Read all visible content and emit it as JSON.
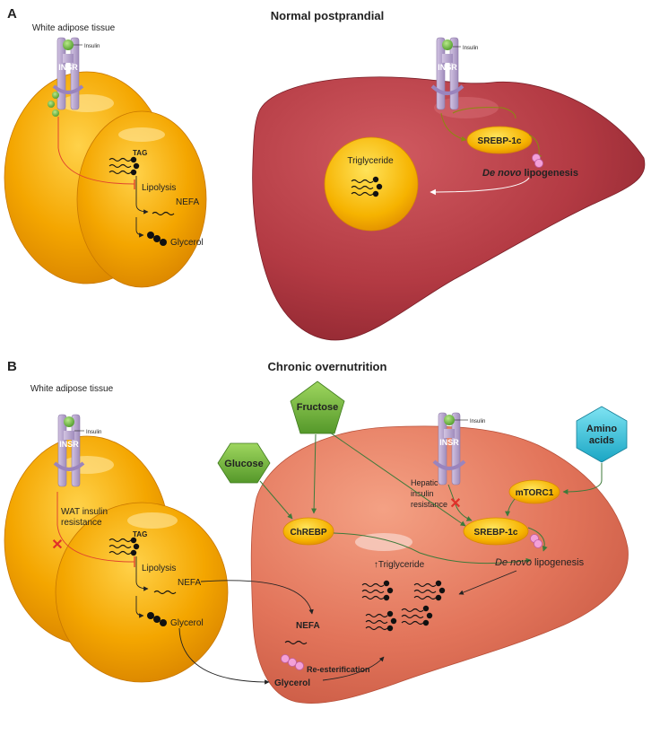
{
  "panel_a": {
    "letter": "A",
    "title": "Normal postprandial",
    "wat_label": "White adipose tissue",
    "insulin": "Insulin",
    "insr": "INSR",
    "insr_liver": "INSR",
    "insulin_liver": "Insulin",
    "tag": "TAG",
    "lipolysis": "Lipolysis",
    "nefa": "NEFA",
    "glycerol": "Glycerol",
    "srebp": "SREBP-1c",
    "denovo_italic": "De novo",
    "denovo_rest": " lipogenesis",
    "triglyceride": "Triglyceride"
  },
  "panel_b": {
    "letter": "B",
    "title": "Chronic overnutrition",
    "wat_label": "White adipose tissue",
    "insulin": "Insulin",
    "insr": "INSR",
    "insr_liver": "INSR",
    "insulin_liver": "Insulin",
    "wat_ir_1": "WAT insulin",
    "wat_ir_2": "resistance",
    "tag": "TAG",
    "lipolysis": "Lipolysis",
    "nefa": "NEFA",
    "glycerol": "Glycerol",
    "fructose": "Fructose",
    "glucose": "Glucose",
    "amino_1": "Amino",
    "amino_2": "acids",
    "chrebp": "ChREBP",
    "mtorc1": "mTORC1",
    "srebp": "SREBP-1c",
    "hep_ir_1": "Hepatic",
    "hep_ir_2": "insulin",
    "hep_ir_3": "resistance",
    "denovo_italic": "De novo",
    "denovo_rest": " lipogenesis",
    "triglyceride": "↑Triglyceride",
    "nefa_liver": "NEFA",
    "reester": "Re-esterification",
    "glycerol_liver": "Glycerol"
  },
  "colors": {
    "adipocyte": "#f0a000",
    "liver_a": "#b83a42",
    "liver_b": "#e07050",
    "receptor": "#b5a2cc",
    "inhibition": "#e0452e",
    "activation": "#3d7a3a",
    "nutrient_green": "#6fb23a",
    "amino_cyan": "#2bbcd6"
  }
}
